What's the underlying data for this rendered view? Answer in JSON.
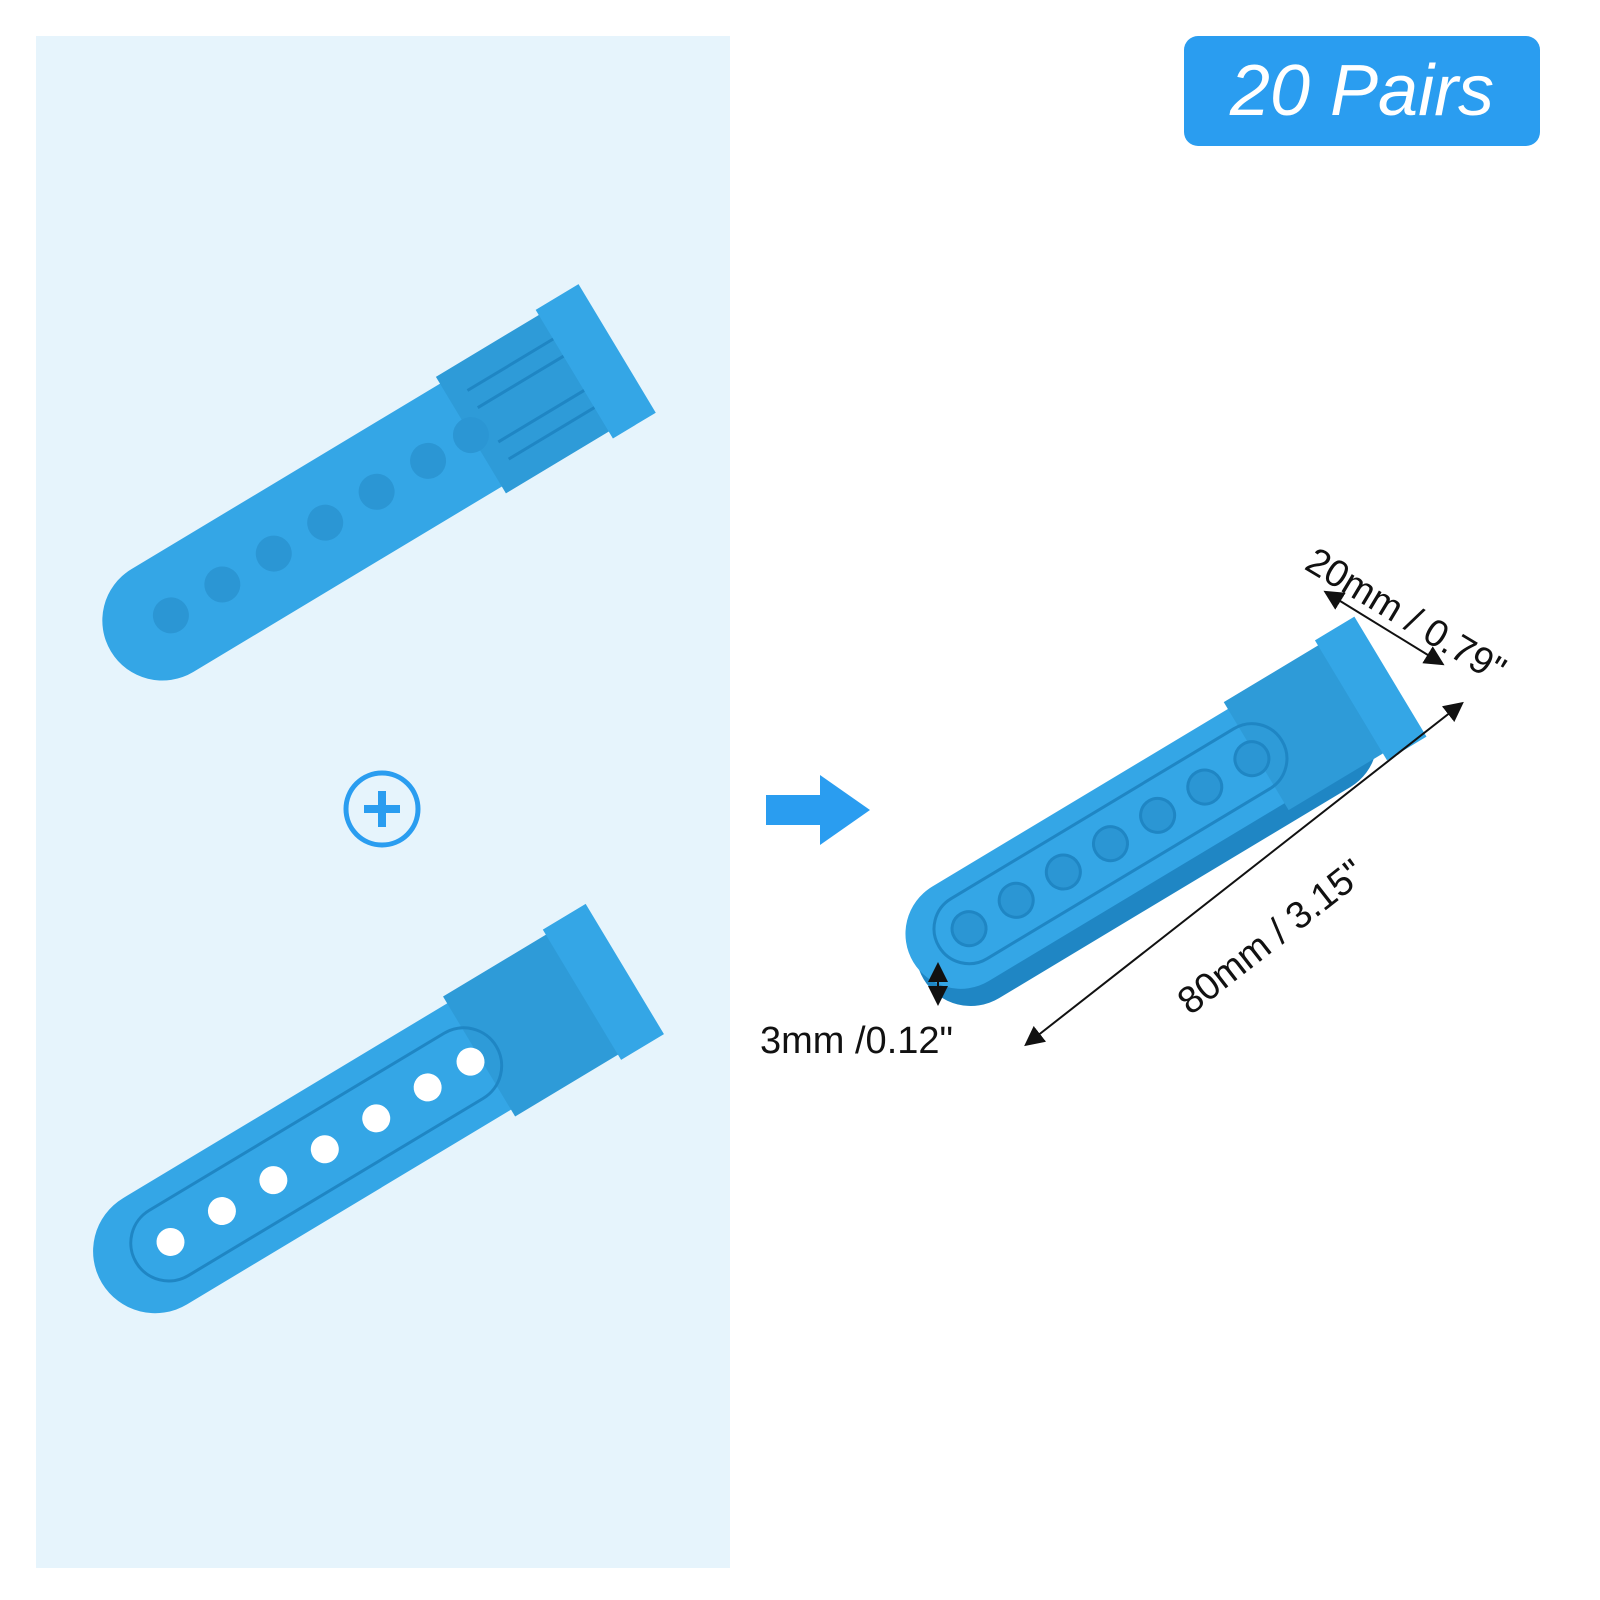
{
  "badge": {
    "text": "20 Pairs"
  },
  "dimensions": {
    "width": "20mm / 0.79\"",
    "length": "80mm / 3.15\"",
    "thickness": "3mm /0.12\""
  },
  "colors": {
    "accent": "#2a9df0",
    "panel": "#e6f4fc",
    "part": "#34a6e6",
    "part_dark": "#1f86c4"
  },
  "icons": [
    "plus-circle-icon",
    "arrow-right-icon"
  ]
}
